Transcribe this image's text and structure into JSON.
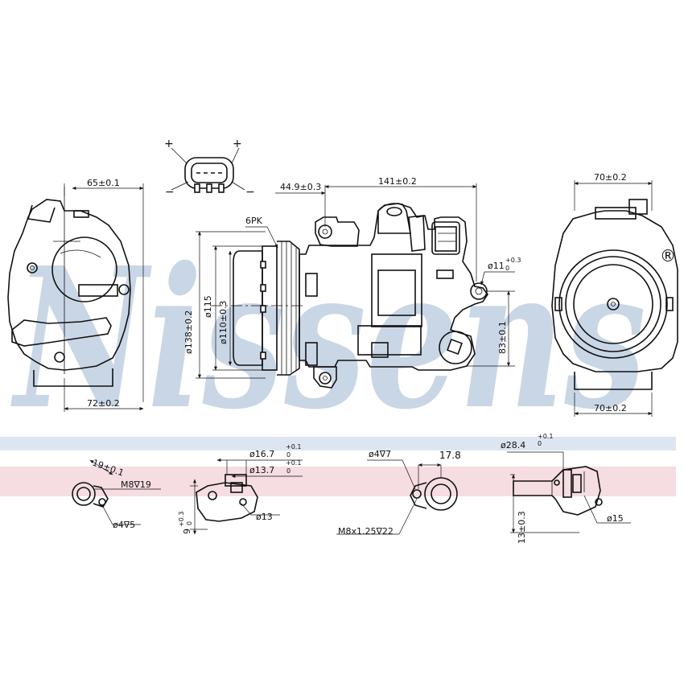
{
  "watermark": {
    "brand": "Nissens",
    "registered": "®"
  },
  "colors": {
    "band_blue": "#dde6f0",
    "band_pink": "#f5dde2",
    "watermark": "#c9d6e6",
    "line": "#111111"
  },
  "connector": {
    "plus_left": "+",
    "plus_right": "+",
    "minus_left": "−",
    "minus_right": "−"
  },
  "side_view": {
    "top_width": "65±0.1",
    "bottom_width": "72±0.2"
  },
  "front_view": {
    "belt": "6PK",
    "offset": "44.9±0.3",
    "length": "141±0.2",
    "pulley_dia": "ø138±0.2",
    "dia_115": "ø115",
    "dia_110": "ø110±0.3",
    "mount_hole": "ø11",
    "mount_hole_tol": "+0.3",
    "mount_hole_tol2": "0",
    "height": "83±0.1"
  },
  "end_view": {
    "top_width": "70±0.2",
    "bottom_width": "70±0.2"
  },
  "details": {
    "d1": {
      "width": "19±0.1",
      "thread": "M8∇19",
      "pin": "ø4∇5"
    },
    "d2": {
      "dia_outer": "ø16.7",
      "dia_outer_tol": "+0.1",
      "dia_outer_tol2": "0",
      "dia_inner": "ø13.7",
      "dia_inner_tol": "+0.1",
      "dia_inner_tol2": "0",
      "dia_small": "ø13",
      "height": "9",
      "height_tol": "+0.3",
      "height_tol2": "0"
    },
    "d3": {
      "pin": "ø4∇7",
      "width": "17.8",
      "thread": "M8x1.25∇22"
    },
    "d4": {
      "dia": "ø28.4",
      "dia_tol": "+0.1",
      "dia_tol2": "0",
      "height": "13±0.3",
      "dia_small": "ø15"
    }
  }
}
